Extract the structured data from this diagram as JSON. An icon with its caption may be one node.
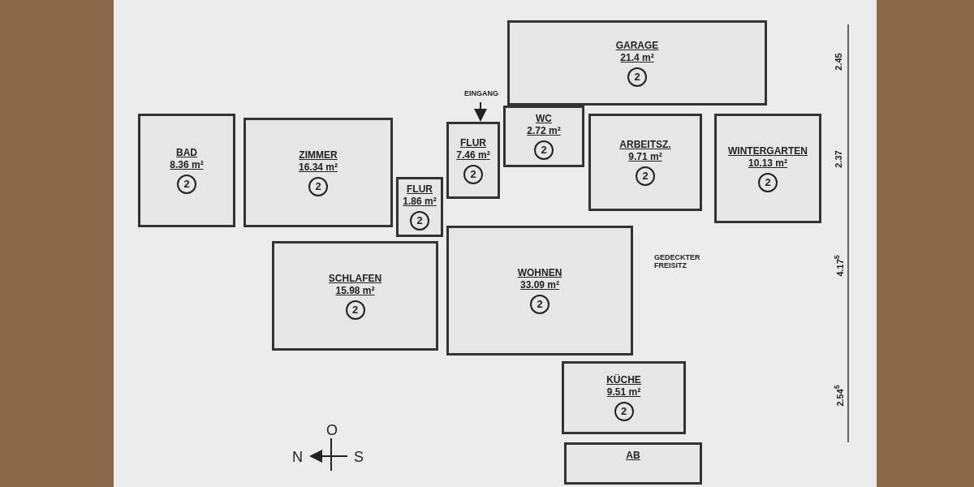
{
  "diagram": {
    "nodes": [
      {
        "text": [
          "GARAGE",
          "21.4 m²",
          "2"
        ]
      },
      {
        "text": [
          "BAD",
          "8.36 m²",
          "2"
        ]
      },
      {
        "text": [
          "ZIMMER",
          "16.34 m²",
          "2"
        ]
      },
      {
        "text": [
          "FLUR",
          "7.46 m²",
          "2"
        ]
      },
      {
        "text": [
          "WC",
          "2.72 m²",
          "2"
        ]
      },
      {
        "text": [
          "ARBEITSZ.",
          "9.71 m²",
          "2"
        ]
      },
      {
        "text": [
          "WINTERGARTEN",
          "10.13 m²",
          "2"
        ]
      },
      {
        "text": [
          "FLUR",
          "1.86 m²",
          "2"
        ]
      },
      {
        "text": [
          "SCHLAFEN",
          "15.98 m²",
          "2"
        ]
      },
      {
        "text": [
          "WOHNEN",
          "33.09 m²",
          "2"
        ]
      },
      {
        "text": [
          "KÜCHE",
          "9.51 m²",
          "2"
        ]
      },
      {
        "text": [
          "AB"
        ]
      }
    ],
    "labels": [
      "EINGANG",
      "2.45",
      "2.37",
      "GEDECKTER FREISITZ",
      "4.17$^{5}$",
      "2.54$^{5}$",
      "O",
      "N",
      "S"
    ]
  }
}
